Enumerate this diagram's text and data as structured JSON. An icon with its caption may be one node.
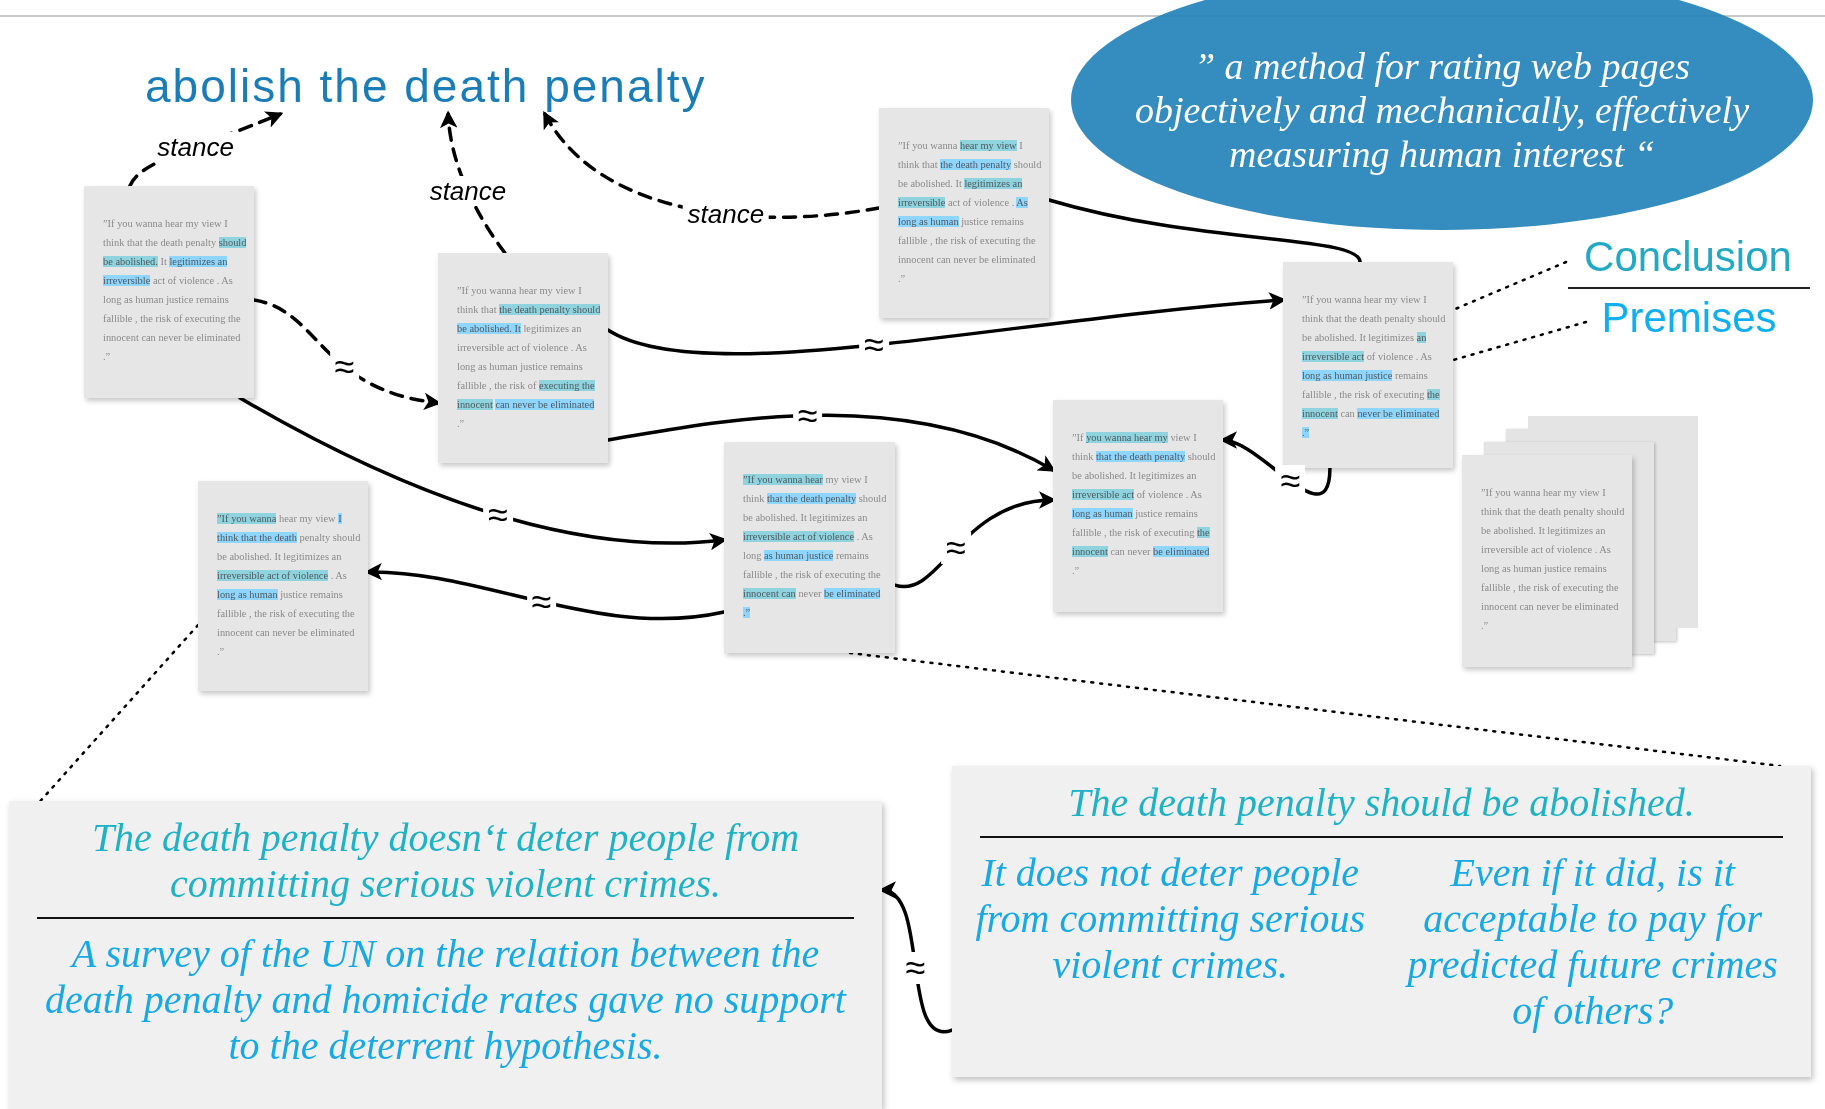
{
  "diagram": {
    "nodes": [
      {
        "text": [
          "abolish the death penalty"
        ]
      },
      {
        "text": [
          "” a method for rating web pages objectively and mechanically, effectively measuring human interest “"
        ]
      },
      {
        "text": [
          "”If you wanna hear my view I think that the death penalty should be abolished. It legitimizes an irreversible act of violence . As long as human justice remains fallible , the risk of executing the innocent can never be eliminated .”"
        ]
      },
      {
        "text": [
          "”If you wanna hear my view I think that the death penalty should be abolished. It legitimizes an irreversible act of violence . As long as human justice remains fallible , the risk of executing the innocent can never be eliminated .”"
        ]
      },
      {
        "text": [
          "Conclusion"
        ]
      },
      {
        "text": [
          "Premises"
        ]
      },
      {
        "text": [
          "”If you wanna hear my view I think that the death penalty should be abolished. It legitimizes an irreversible act of violence . As long as human justice remains fallible , the risk of executing the innocent can never be eliminated .”"
        ]
      },
      {
        "text": [
          "”If you wanna hear my view I think that the death penalty should be abolished. It legitimizes an irreversible act of violence . As long as human justice remains fallible , the risk of executing the innocent can never be eliminated .”"
        ]
      },
      {
        "text": [
          "”If you wanna hear my view I think that the death penalty should be abolished. It legitimizes an irreversible act of violence . As long as human justice remains fallible , the risk of executing the innocent can never be eliminated .”"
        ]
      },
      {
        "text": [
          "”If you wanna hear my view I think that the death penalty should be abolished. It legitimizes an irreversible act of violence . As long as human justice remains fallible , the risk of executing the innocent can never be eliminated .”"
        ]
      },
      {
        "text": [
          "”If you wanna hear my view I think that the death penalty should be abolished. It legitimizes an irreversible act of violence . As long as human justice remains fallible , the risk of executing the innocent can never be eliminated .”"
        ]
      },
      {
        "text": [
          "”If you wanna hear my view I think that the death penalty should be abolished. It legitimizes an irreversible act of violence . As long as human justice remains fallible , the risk of executing the innocent can never be eliminated .”"
        ]
      },
      {
        "text": [
          "The death penalty should be abolished.",
          "It does not deter people from committing serious violent crimes.",
          "Even if it did, is it acceptable to pay for predicted future crimes of others?"
        ]
      },
      {
        "text": [
          "The death penalty doesn‘t deter people from committing serious violent crimes.",
          "A survey of the UN on the relation between the death penalty and homicide rates gave no support to the deterrent hypothesis."
        ]
      }
    ],
    "edges": [
      {
        "from": 6,
        "to": 0,
        "arrow": "to",
        "label": "stance",
        "style": "dashed"
      },
      {
        "from": 7,
        "to": 0,
        "arrow": "to",
        "label": "stance",
        "style": "dashed"
      },
      {
        "from": 2,
        "to": 0,
        "arrow": "to",
        "label": "stance",
        "style": "dashed"
      },
      {
        "from": 6,
        "to": 7,
        "arrow": "to",
        "label": "≈",
        "style": "dashed"
      },
      {
        "from": 6,
        "to": 11,
        "arrow": "to",
        "label": "≈"
      },
      {
        "from": 7,
        "to": 3,
        "arrow": "to",
        "label": "≈"
      },
      {
        "from": 7,
        "to": 8,
        "arrow": "to",
        "label": "≈"
      },
      {
        "from": 2,
        "to": 3,
        "arrow": "none"
      },
      {
        "from": 3,
        "to": 8,
        "arrow": "to",
        "label": "≈"
      },
      {
        "from": 11,
        "to": 10,
        "arrow": "to",
        "label": "≈"
      },
      {
        "from": 11,
        "to": 8,
        "arrow": "to",
        "label": "≈"
      },
      {
        "from": 12,
        "to": 13,
        "arrow": "to",
        "label": "≈"
      },
      {
        "from": 10,
        "to": 13,
        "arrow": "none",
        "style": "dashed"
      },
      {
        "from": 11,
        "to": 12,
        "arrow": "none",
        "style": "dashed"
      },
      {
        "from": 4,
        "to": 3,
        "arrow": "none",
        "style": "dashed"
      },
      {
        "from": 5,
        "to": 3,
        "arrow": "none",
        "style": "dashed"
      }
    ]
  }
}
